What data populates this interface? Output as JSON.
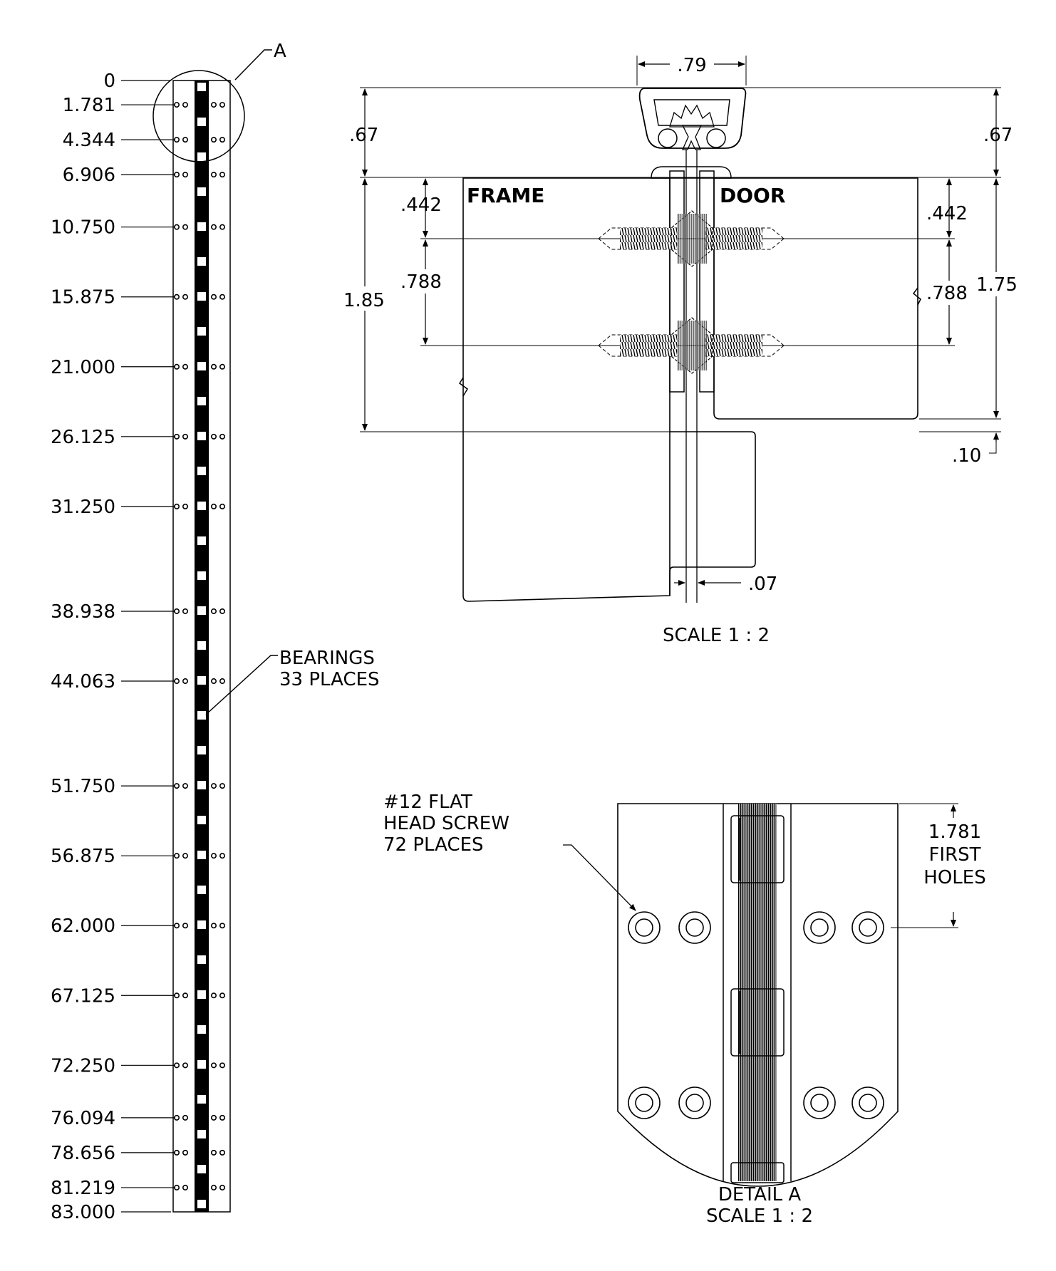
{
  "hinge_elevation": {
    "detail_callout": "A",
    "positions": [
      "0",
      "1.781",
      "4.344",
      "6.906",
      "10.750",
      "15.875",
      "21.000",
      "26.125",
      "31.250",
      "38.938",
      "44.063",
      "51.750",
      "56.875",
      "62.000",
      "67.125",
      "72.250",
      "76.094",
      "78.656",
      "81.219",
      "83.000"
    ],
    "bearings_note": [
      "BEARINGS",
      "33 PLACES"
    ]
  },
  "section_view": {
    "dim_top_width": ".79",
    "dim_top_left": ".67",
    "dim_top_right": ".67",
    "frame_label": "FRAME",
    "door_label": "DOOR",
    "dim_left_442": ".442",
    "dim_right_442": ".442",
    "dim_left_788": ".788",
    "dim_right_788": ".788",
    "dim_left_total": "1.85",
    "dim_right_total": "1.75",
    "dim_bottom_10": ".10",
    "dim_gap_07": ".07",
    "scale": "SCALE 1 : 2"
  },
  "detail_view": {
    "screw_note": [
      "#12 FLAT",
      "HEAD SCREW",
      "72 PLACES"
    ],
    "first_holes_note": [
      "1.781",
      "FIRST",
      "HOLES"
    ],
    "title": "DETAIL A",
    "scale": "SCALE 1 : 2"
  }
}
